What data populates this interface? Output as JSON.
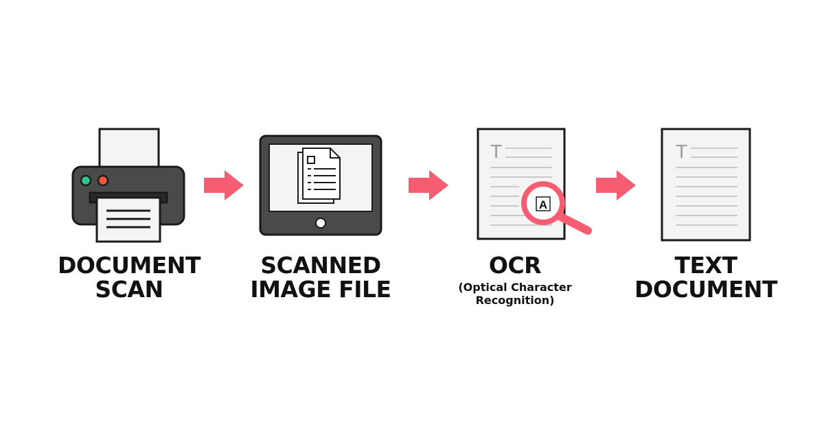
{
  "colors": {
    "accent": "#F65C72",
    "outline": "#1A1A1A",
    "body_gray": "#4A4A4A",
    "paper": "#F4F4F4",
    "line_gray": "#C9C9C9",
    "green_light": "#2EC58C",
    "red_light": "#F0583E"
  },
  "steps": [
    {
      "icon": "printer-icon",
      "title": "DOCUMENT\nSCAN",
      "subtitle": ""
    },
    {
      "icon": "tablet-icon",
      "title": "SCANNED\nIMAGE FILE",
      "subtitle": ""
    },
    {
      "icon": "ocr-magnifier-icon",
      "title": "OCR",
      "subtitle": "(Optical Character\nRecognition)",
      "glyph": "A",
      "doc_letter": "T"
    },
    {
      "icon": "text-document-icon",
      "title": "TEXT\nDOCUMENT",
      "subtitle": "",
      "doc_letter": "T"
    }
  ]
}
